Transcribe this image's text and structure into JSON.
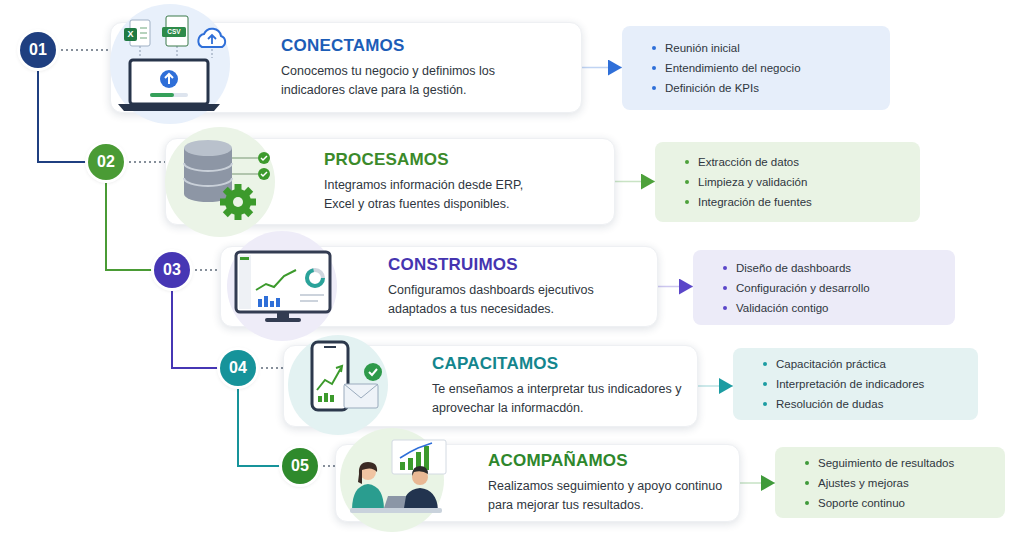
{
  "diagram": {
    "nodes": [
      {
        "text": [
          "01"
        ]
      },
      {
        "text": [
          "CONECTAMOS",
          "Conocemos tu negocio y definimos los indicadores clave para la gestión."
        ]
      },
      {
        "text": [
          "Reunión inicial",
          "Entendimiento del negocio",
          "Definición de KPIs"
        ]
      },
      {
        "text": [
          "02"
        ]
      },
      {
        "text": [
          "PROCESAMOS",
          "Integramos información desde ERP, Excel y otras fuentes disponibles."
        ]
      },
      {
        "text": [
          "Extracción de datos",
          "Limpieza y validación",
          "Integración de fuentes"
        ]
      },
      {
        "text": [
          "03"
        ]
      },
      {
        "text": [
          "CONSTRUIMOS",
          "Configuramos dashboards ejecutivos adaptados a tus necesidades."
        ]
      },
      {
        "text": [
          "Diseño de dashboards",
          "Configuración y desarrollo",
          "Validación contigo"
        ]
      },
      {
        "text": [
          "04"
        ]
      },
      {
        "text": [
          "CAPACITAMOS",
          "Te enseñamos a interpretar tus indicadores y aprovechar la informacdón."
        ]
      },
      {
        "text": [
          "Capacitación práctica",
          "Interpretación de indicadores",
          "Resolución de dudas"
        ]
      },
      {
        "text": [
          "05"
        ]
      },
      {
        "text": [
          "ACOMPAÑAMOS",
          "Realizamos seguimiento y apoyo continuo para mejorar tus resultados."
        ]
      },
      {
        "text": [
          "Seguimiento de resultados",
          "Ajustes y mejoras",
          "Soporte continuo"
        ]
      }
    ],
    "edges": [
      {
        "from": 0,
        "to": 1,
        "arrow": "none"
      },
      {
        "from": 1,
        "to": 2,
        "arrow": "to"
      },
      {
        "from": 0,
        "to": 3,
        "arrow": "none"
      },
      {
        "from": 3,
        "to": 4,
        "arrow": "none"
      },
      {
        "from": 4,
        "to": 5,
        "arrow": "to"
      },
      {
        "from": 3,
        "to": 6,
        "arrow": "none"
      },
      {
        "from": 6,
        "to": 7,
        "arrow": "none"
      },
      {
        "from": 7,
        "to": 8,
        "arrow": "to"
      },
      {
        "from": 6,
        "to": 9,
        "arrow": "none"
      },
      {
        "from": 9,
        "to": 10,
        "arrow": "none"
      },
      {
        "from": 10,
        "to": 11,
        "arrow": "to"
      },
      {
        "from": 9,
        "to": 12,
        "arrow": "none"
      },
      {
        "from": 12,
        "to": 13,
        "arrow": "none"
      },
      {
        "from": 13,
        "to": 14,
        "arrow": "to"
      }
    ],
    "labels": [
      "X",
      "CSV"
    ]
  }
}
